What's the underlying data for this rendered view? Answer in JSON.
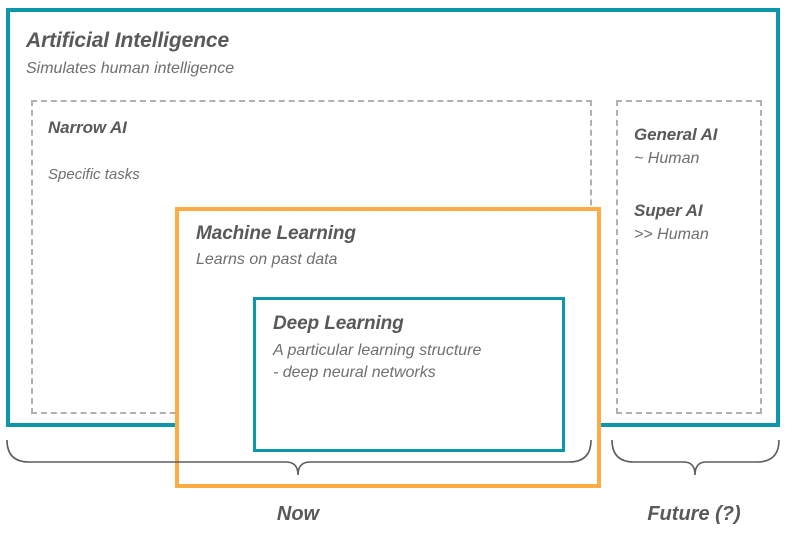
{
  "diagram": {
    "type": "nested-concept-diagram",
    "colors": {
      "teal": "#0d97ab",
      "orange": "#fcac43",
      "dashed_gray": "#b0b0b0",
      "text_gray": "#58595b",
      "subtext_gray": "#6e6f71",
      "background": "#ffffff"
    },
    "ai": {
      "title": "Artificial Intelligence",
      "subtitle": "Simulates human intelligence"
    },
    "narrow_ai": {
      "title": "Narrow AI",
      "subtitle": "Specific tasks"
    },
    "machine_learning": {
      "title": "Machine Learning",
      "subtitle": "Learns on past data"
    },
    "deep_learning": {
      "title": "Deep Learning",
      "subtitle_line1": "A particular learning structure",
      "subtitle_line2": "- deep neural networks"
    },
    "general_ai": {
      "title": "General AI",
      "subtitle": "~ Human"
    },
    "super_ai": {
      "title": "Super AI",
      "subtitle": ">> Human"
    },
    "timeline": {
      "now_label": "Now",
      "future_label": "Future (?)"
    }
  }
}
